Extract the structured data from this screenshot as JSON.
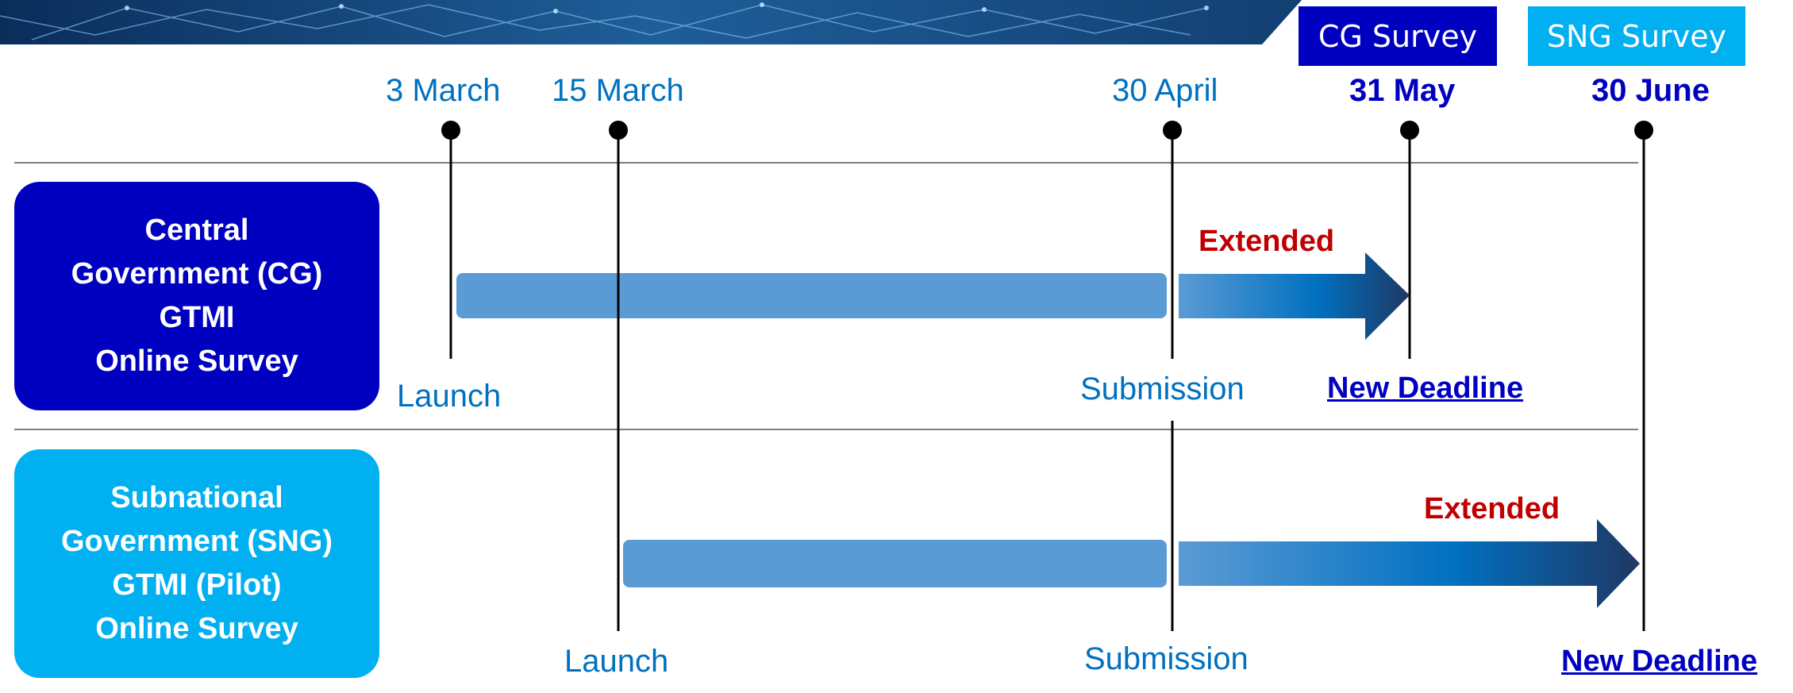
{
  "legend": {
    "cg_survey": "CG Survey",
    "sng_survey": "SNG Survey"
  },
  "dates": {
    "d1": "3 March",
    "d2": "15 March",
    "d3": "30 April",
    "d4": "31 May",
    "d5": "30 June"
  },
  "rows": {
    "cg": {
      "title_lines": [
        "Central",
        "Government (CG)",
        "GTMI",
        "Online Survey"
      ],
      "launch": "Launch",
      "submission": "Submission",
      "extended": "Extended",
      "new_deadline": "New Deadline"
    },
    "sng": {
      "title_lines": [
        "Subnational",
        "Government (SNG)",
        "GTMI (Pilot)",
        "Online Survey"
      ],
      "launch": "Launch",
      "submission": "Submission",
      "extended": "Extended",
      "new_deadline": "New Deadline"
    }
  },
  "colors": {
    "cg": "#0000c0",
    "sng": "#00b0f0",
    "bar": "#5b9bd5",
    "extended": "#c00000",
    "date_text": "#0070c0"
  }
}
